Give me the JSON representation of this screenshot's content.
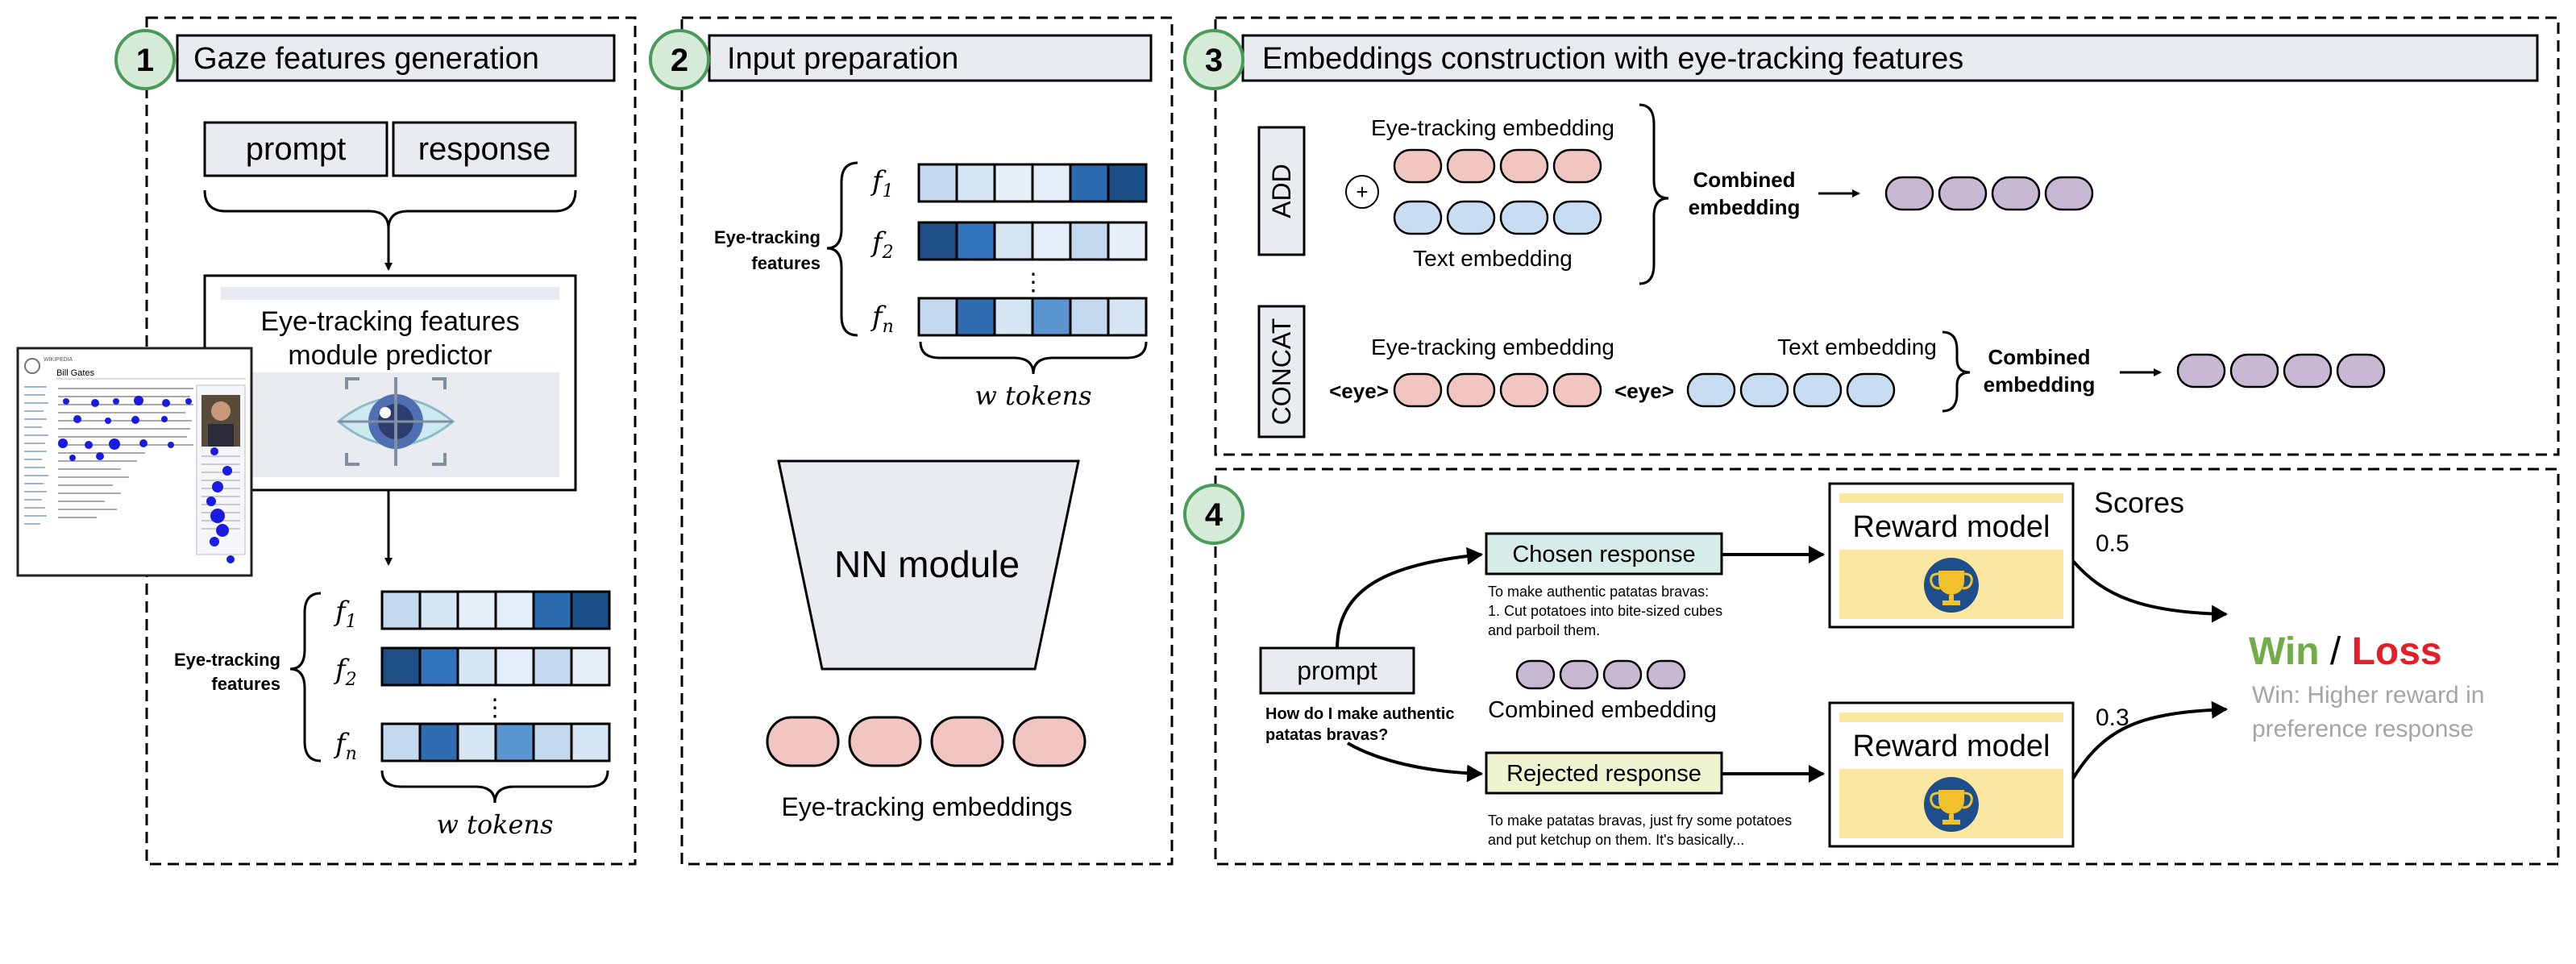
{
  "colors": {
    "circle_fill": "#d6ebd7",
    "circle_stroke": "#4a9a5a",
    "header_fill": "#e8ecf0",
    "token_pink": "#f2c6c0",
    "token_blue": "#c8dcf2",
    "token_purple": "#c9b8d3",
    "win": "#70ad47",
    "loss": "#e41e26",
    "gray_text": "#a5a5a5",
    "chosen_fill": "#d5ece8",
    "rejected_fill": "#f0f3d0",
    "reward_fill": "#fbe6a2"
  },
  "panel1": {
    "number": "1",
    "title": "Gaze features generation",
    "prompt": "prompt",
    "response": "response",
    "predictor_line1": "Eye-tracking features",
    "predictor_line2": "module predictor",
    "eye_icon": "eye-icon",
    "features_line1": "Eye-tracking",
    "features_line2": "features",
    "f1": "f",
    "f1_sub": "1",
    "f2": "f",
    "f2_sub": "2",
    "fn": "f",
    "fn_sub": "n",
    "dots": "⋮",
    "tokens": "w tokens"
  },
  "panel2": {
    "number": "2",
    "title": "Input preparation",
    "features_line1": "Eye-tracking",
    "features_line2": "features",
    "f1": "f",
    "f1_sub": "1",
    "f2": "f",
    "f2_sub": "2",
    "fn": "f",
    "fn_sub": "n",
    "dots": "⋮",
    "tokens": "w tokens",
    "nn": "NN module",
    "emb": "Eye-tracking embeddings"
  },
  "panel3": {
    "number": "3",
    "title": "Embeddings construction with eye-tracking features",
    "add_label": "ADD",
    "plus": "+",
    "et_emb": "Eye-tracking embedding",
    "text_emb": "Text embedding",
    "combined1": "Combined",
    "combined2": "embedding",
    "concat_label": "CONCAT",
    "eye_tag": "<eye>",
    "et_emb2": "Eye-tracking embedding",
    "text_emb2": "Text embedding"
  },
  "panel4": {
    "number": "4",
    "prompt": "prompt",
    "question1": "How do I make authentic",
    "question2": "patatas bravas?",
    "chosen": "Chosen response",
    "chosen_text1": "To make authentic patatas bravas:",
    "chosen_text2": "1. Cut potatoes into bite-sized cubes",
    "chosen_text3": "and parboil them.",
    "combined": "Combined embedding",
    "rejected": "Rejected response",
    "rejected_text1": "To make patatas bravas, just fry some potatoes",
    "rejected_text2": "and put ketchup on them. It's basically...",
    "reward": "Reward model",
    "reward2": "Reward model",
    "trophy_icon": "trophy-icon",
    "scores": "Scores",
    "score_chosen": "0.5",
    "score_rejected": "0.3",
    "win": "Win",
    "slash": " / ",
    "loss": "Loss",
    "note1": "Win: Higher reward in",
    "note2": "preference response"
  },
  "wiki": {
    "title": "Bill Gates",
    "logo_text": "WIKIPEDIA"
  },
  "heat_rows": {
    "f1": [
      "#c2d9ef",
      "#d6e5f4",
      "#e7f0f9",
      "#e4eef8",
      "#2b6bb1",
      "#1a4e86"
    ],
    "f2": [
      "#1d4f86",
      "#3174bd",
      "#d6e5f4",
      "#e4eef8",
      "#c2d9ef",
      "#e7f0f9"
    ],
    "fn": [
      "#c2d9ef",
      "#2f6cb0",
      "#d6e5f4",
      "#5a95cf",
      "#c2d9ef",
      "#d6e5f4"
    ]
  }
}
